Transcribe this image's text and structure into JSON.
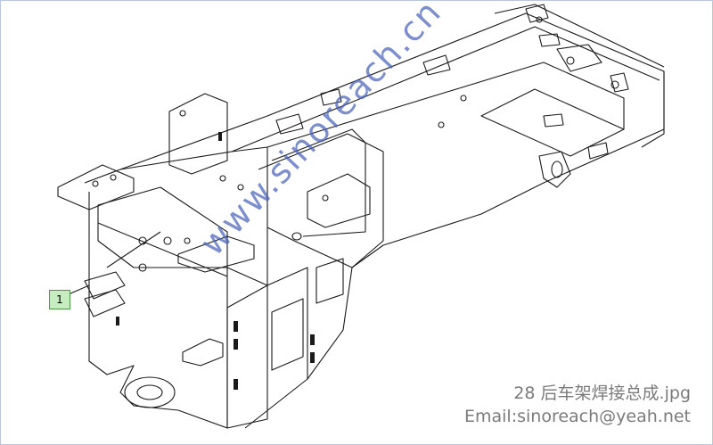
{
  "diagram": {
    "callout_label": "1",
    "watermark_text": "www.sinoreach.cn",
    "file_caption": "28 后车架焊接总成.jpg",
    "email_caption": "Email:sinoreach@yeah.net"
  },
  "colors": {
    "line": "#1a1a1a",
    "callout_fill": "#c8ecc2",
    "callout_border": "#4f9a4a",
    "watermark": "#4b63b8",
    "caption": "#7b7b7b",
    "frame": "#b9c7de"
  }
}
